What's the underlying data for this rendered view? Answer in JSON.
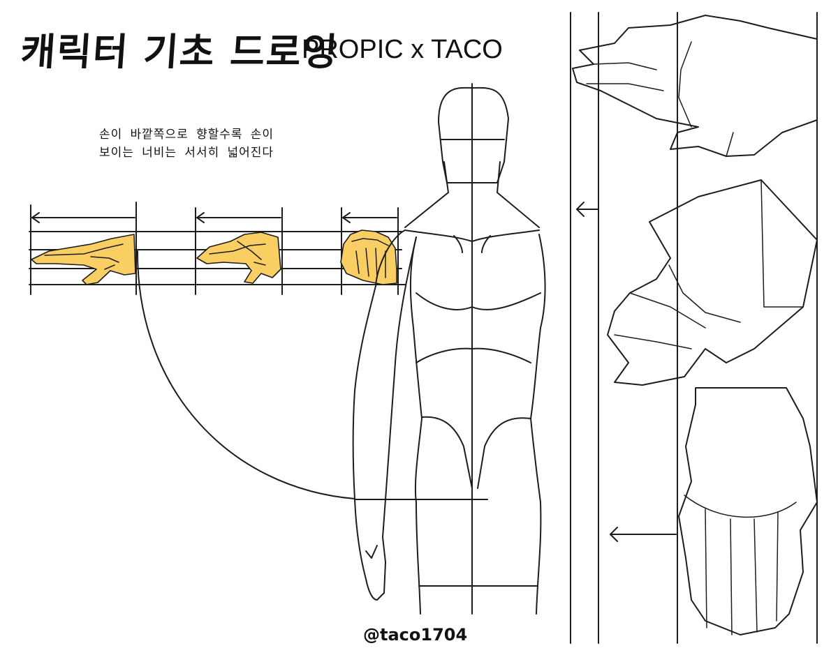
{
  "title": "캐릭터 기초 드로잉",
  "subtitle": "PROPIC x TACO",
  "caption": {
    "line1": "손이 바깥쪽으로 향할수록 손이",
    "line2": "보이는 너비는 서서히 넓어진다"
  },
  "credit": "@taco1704",
  "colors": {
    "hand_fill": "#f9cf63",
    "line": "#1c1c1c",
    "background": "#ffffff"
  }
}
